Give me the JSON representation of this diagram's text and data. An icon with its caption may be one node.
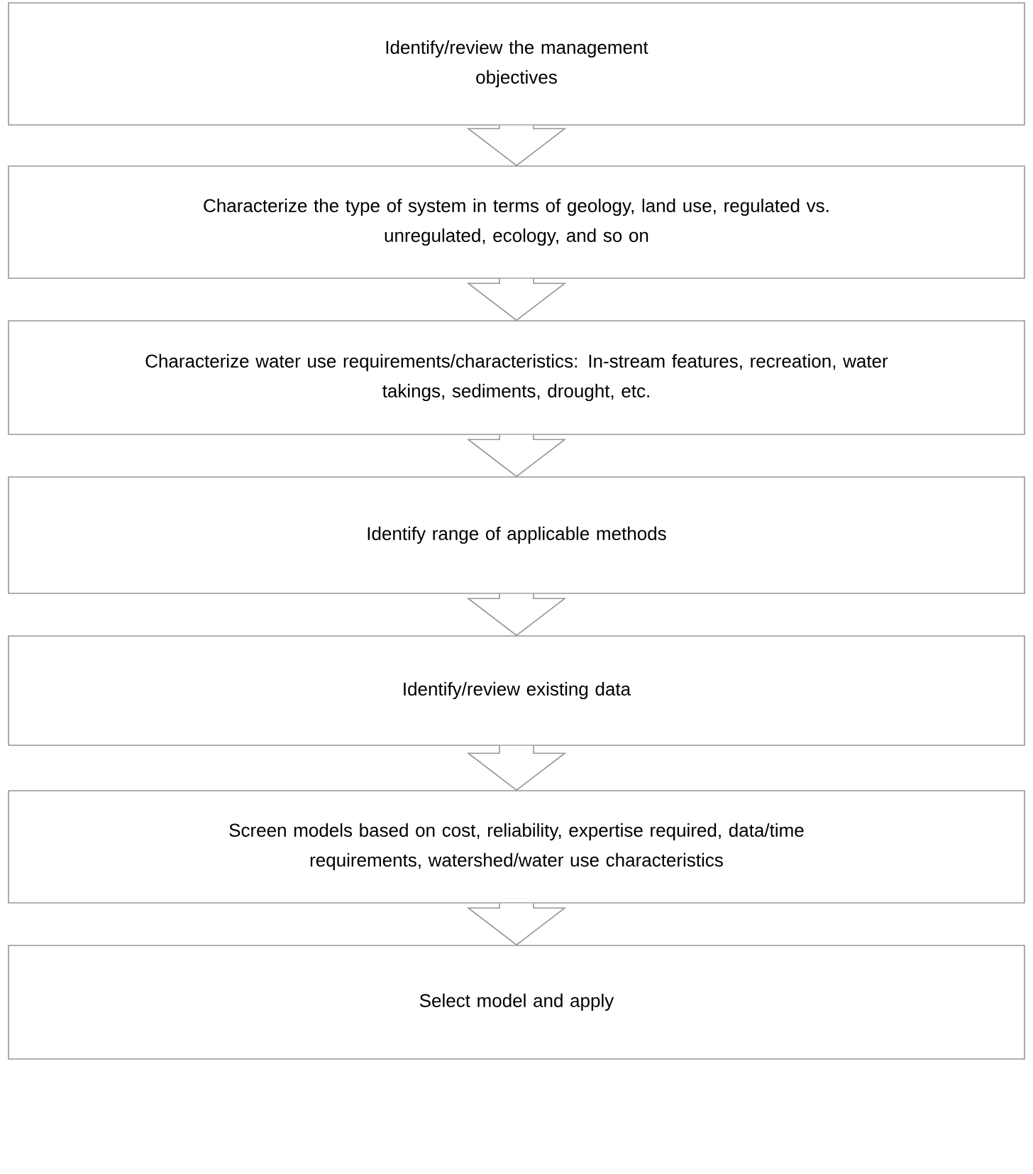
{
  "diagram": {
    "nodes": [
      {
        "text": [
          "Identify/review the management objectives"
        ]
      },
      {
        "text": [
          "Characterize the type of system in terms of geology, land use, regulated vs. unregulated, ecology, and so on"
        ]
      },
      {
        "text": [
          "Characterize water use requirements/characteristics: In-stream features, recreation, water takings, sediments, drought, etc."
        ]
      },
      {
        "text": [
          "Identify range of applicable methods"
        ]
      },
      {
        "text": [
          "Identify/review existing data"
        ]
      },
      {
        "text": [
          "Screen models based on cost, reliability, expertise required, data/time requirements, watershed/water use characteristics"
        ]
      },
      {
        "text": [
          "Select model and apply"
        ]
      }
    ],
    "edges": [
      {
        "from": 0,
        "to": 1,
        "arrow": "to"
      },
      {
        "from": 1,
        "to": 2,
        "arrow": "to"
      },
      {
        "from": 2,
        "to": 3,
        "arrow": "to"
      },
      {
        "from": 3,
        "to": 4,
        "arrow": "to"
      },
      {
        "from": 4,
        "to": 5,
        "arrow": "to"
      },
      {
        "from": 5,
        "to": 6,
        "arrow": "to"
      }
    ]
  }
}
